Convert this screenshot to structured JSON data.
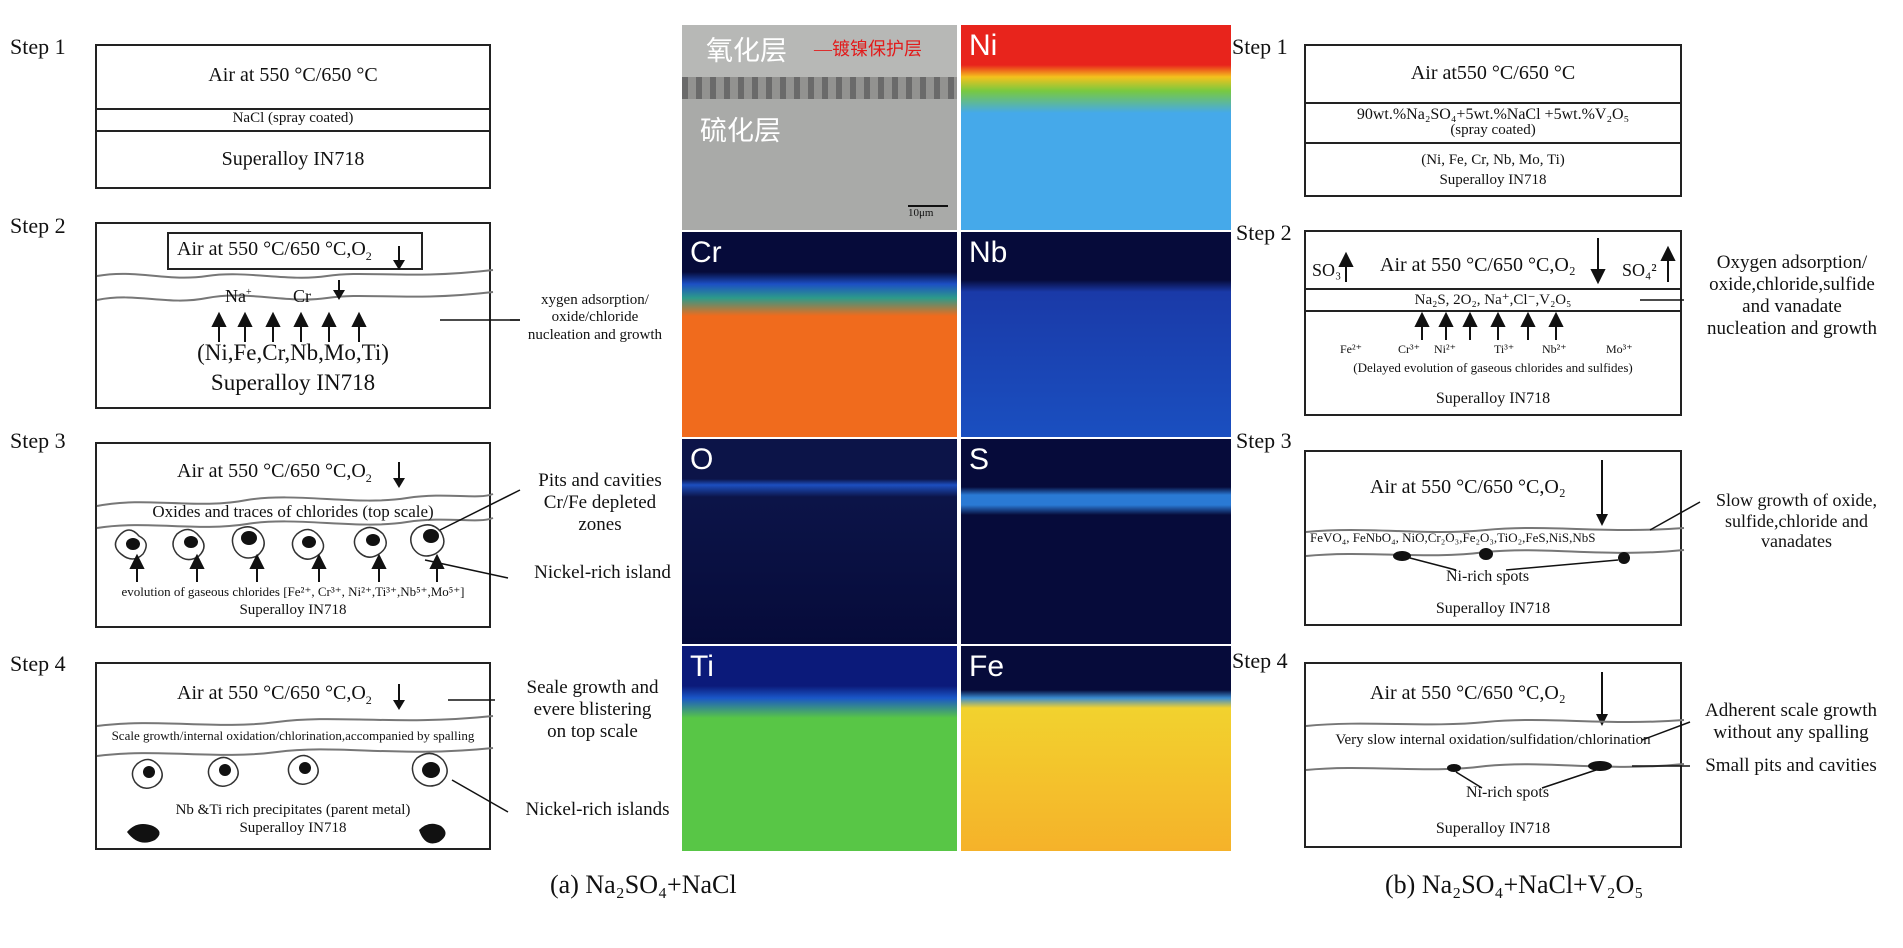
{
  "left": {
    "steps": [
      "Step 1",
      "Step 2",
      "Step 3",
      "Step 4"
    ],
    "s1": {
      "air": "Air at  550 °C/650 °C",
      "salt": "NaCl (spray coated)",
      "alloy": "Superalloy IN718"
    },
    "s2": {
      "air": "Air  at  550 °C/650 °C,O",
      "o2sub": "2",
      "na": "Na",
      "nasup": "+",
      "cr": "Cr",
      "elements": "(Ni,Fe,Cr,Nb,Mo,Ti)",
      "alloy": "Superalloy IN718"
    },
    "s3": {
      "air": "Air  at  550 °C/650 °C,O",
      "o2sub": "2",
      "scale": "Oxides and traces of chlorides (top scale)",
      "evolution": "evolution of gaseous chlorides [Fe²⁺, Cr³⁺, Ni²⁺,Ti³⁺,Nb⁵⁺,Mo⁵⁺]",
      "alloy": "Superalloy IN718"
    },
    "s4": {
      "air": "Air  at  550 °C/650 °C,O",
      "o2sub": "2",
      "scale": "Scale growth/internal oxidation/chlorination,accompanied by spalling",
      "precip": "Nb &Ti rich precipitates (parent metal)",
      "alloy": "Superalloy IN718"
    },
    "notes": {
      "n2": "xygen adsorption/\noxide/chloride\nnucleation and growth",
      "n3a": "Pits and cavities\nCr/Fe depleted\nzones",
      "n3b": "Nickel-rich island",
      "n4a": "Seale growth and\nevere blistering\non top scale",
      "n4b": "Nickel-rich islands"
    },
    "caption": "(a)  Na₂SO₄+NaCl"
  },
  "maps": {
    "sem": {
      "oxide": "氧化层",
      "sulfide": "硫化层",
      "coating": "—镀镍保护层",
      "scalebar": "10μm"
    },
    "tiles": [
      "Ni",
      "Cr",
      "Nb",
      "O",
      "S",
      "Ti",
      "Fe"
    ]
  },
  "right": {
    "steps": [
      "Step 1",
      "Step 2",
      "Step 3",
      "Step 4"
    ],
    "s1": {
      "air": "Air at550 °C/650 °C",
      "salt": "90wt.%Na₂SO₄+5wt.%NaCl +5wt.%V₂O₅",
      "coat": "(spray coated)",
      "elements": "(Ni, Fe, Cr, Nb, Mo, Ti)",
      "alloy": "Superalloy IN718"
    },
    "s2": {
      "so3": "SO₃",
      "air": "Air  at  550 °C/650 °C,O₂",
      "so4": "SO₄²",
      "species": "Na₂S, 2O₂, Na⁺,Cl⁻,V₂O₅",
      "ions": [
        "Fe²⁺",
        "Cr³⁺",
        "Ni²⁺",
        "Ti³⁺",
        "Nb²⁺",
        "Mo³⁺"
      ],
      "delayed": "(Delayed evolution of gaseous chlorides and sulfides)",
      "alloy": "Superalloy IN718"
    },
    "s3": {
      "air": "Air at  550 °C/650 °C,O₂",
      "scale": "FeVO₄, FeNbO₄, NiO,Cr₂O₃,Fe₂O₃,TiO₂,FeS,NiS,NbS",
      "spots": "Ni-rich spots",
      "alloy": "Superalloy IN718"
    },
    "s4": {
      "air": "Air at  550 °C/650 °C,O₂",
      "scale": "Very slow internal oxidation/sulfidation/chlorination",
      "spots": "Ni-rich spots",
      "alloy": "Superalloy IN718"
    },
    "notes": {
      "n2": "Oxygen adsorption/\noxide,chloride,sulfide\nand vanadate\nnucleation and growth",
      "n3": "Slow growth of oxide,\nsulfide,chloride and\nvanadates",
      "n4a": "Adherent scale growth\nwithout any spalling",
      "n4b": "Small pits and cavities"
    },
    "caption": "(b)  Na₂SO₄+NaCl+V₂O₅"
  },
  "colors": {
    "ni_red": "#e8241c",
    "blue_dark": "#060b3a",
    "orange": "#f06b1d",
    "green": "#58c646",
    "yellow": "#f5b22a",
    "light_blue": "#45a9ea",
    "sem_gray": "#a9aaa8"
  }
}
